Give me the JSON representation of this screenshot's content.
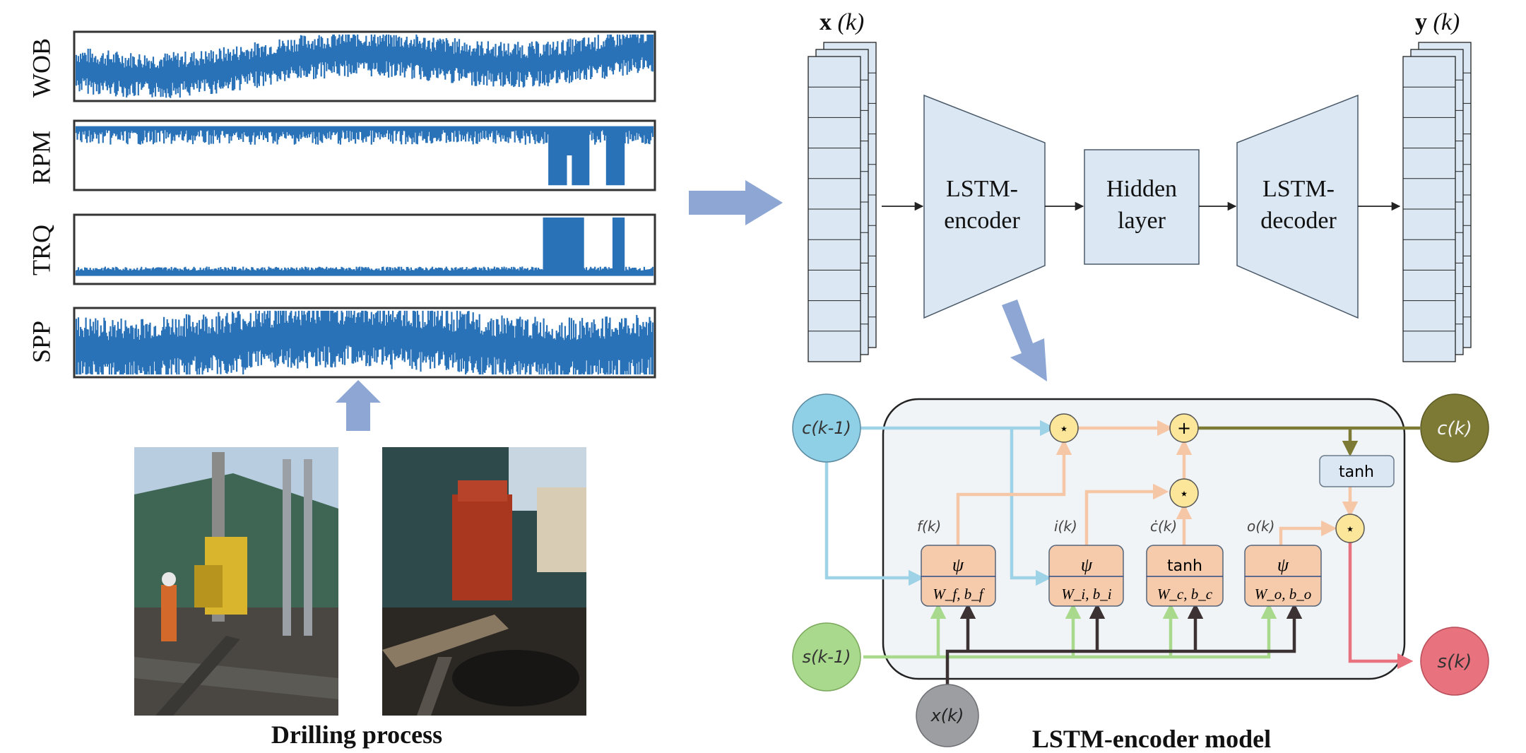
{
  "signals": [
    {
      "name": "WOB"
    },
    {
      "name": "RPM"
    },
    {
      "name": "TRQ"
    },
    {
      "name": "SPP"
    }
  ],
  "captions": {
    "left": "Drilling process",
    "right": "LSTM-encoder model"
  },
  "top_model": {
    "input_label_bold": "x",
    "input_label_arg": " (k)",
    "output_label_bold": "y",
    "output_label_arg": " (k)",
    "encoder": [
      "LSTM-",
      "encoder"
    ],
    "hidden": [
      "Hidden",
      "layer"
    ],
    "decoder": [
      "LSTM-",
      "decoder"
    ]
  },
  "cell": {
    "c_prev": "c(k-1)",
    "c_next": "c(k)",
    "s_prev": "s(k-1)",
    "s_next": "s(k)",
    "x_in": "x(k)",
    "tanh_out": "tanh",
    "gates": [
      {
        "label": "f(k)",
        "func": "ψ",
        "params": "W_f, b_f"
      },
      {
        "label": "i(k)",
        "func": "ψ",
        "params": "W_i, b_i"
      },
      {
        "label": "ċ(k)",
        "func": "tanh",
        "params": "W_c, b_c"
      },
      {
        "label": "o(k)",
        "func": "ψ",
        "params": "W_o, b_o"
      }
    ],
    "ops": {
      "mult": "⋆",
      "add": "+"
    }
  },
  "colors": {
    "signal": "#2a72b8",
    "flow_arrow": "#8ea6d4",
    "box_fill": "#dbe8f4",
    "cell_bg": "#f1f4f6",
    "gate_fill": "#f6cbab",
    "op_fill": "#fbe69a",
    "c_node": "#8fd0e6",
    "c_next_node": "#7c7a34",
    "s_node": "#a9d98c",
    "s_next_node": "#e8727e",
    "x_node": "#9c9ea2",
    "line_blue": "#9ed2e6",
    "line_orange": "#f6c7a6",
    "line_olive": "#7c7a34",
    "line_green": "#a9d98c",
    "line_red": "#e8727e",
    "line_dark": "#3c3234"
  }
}
